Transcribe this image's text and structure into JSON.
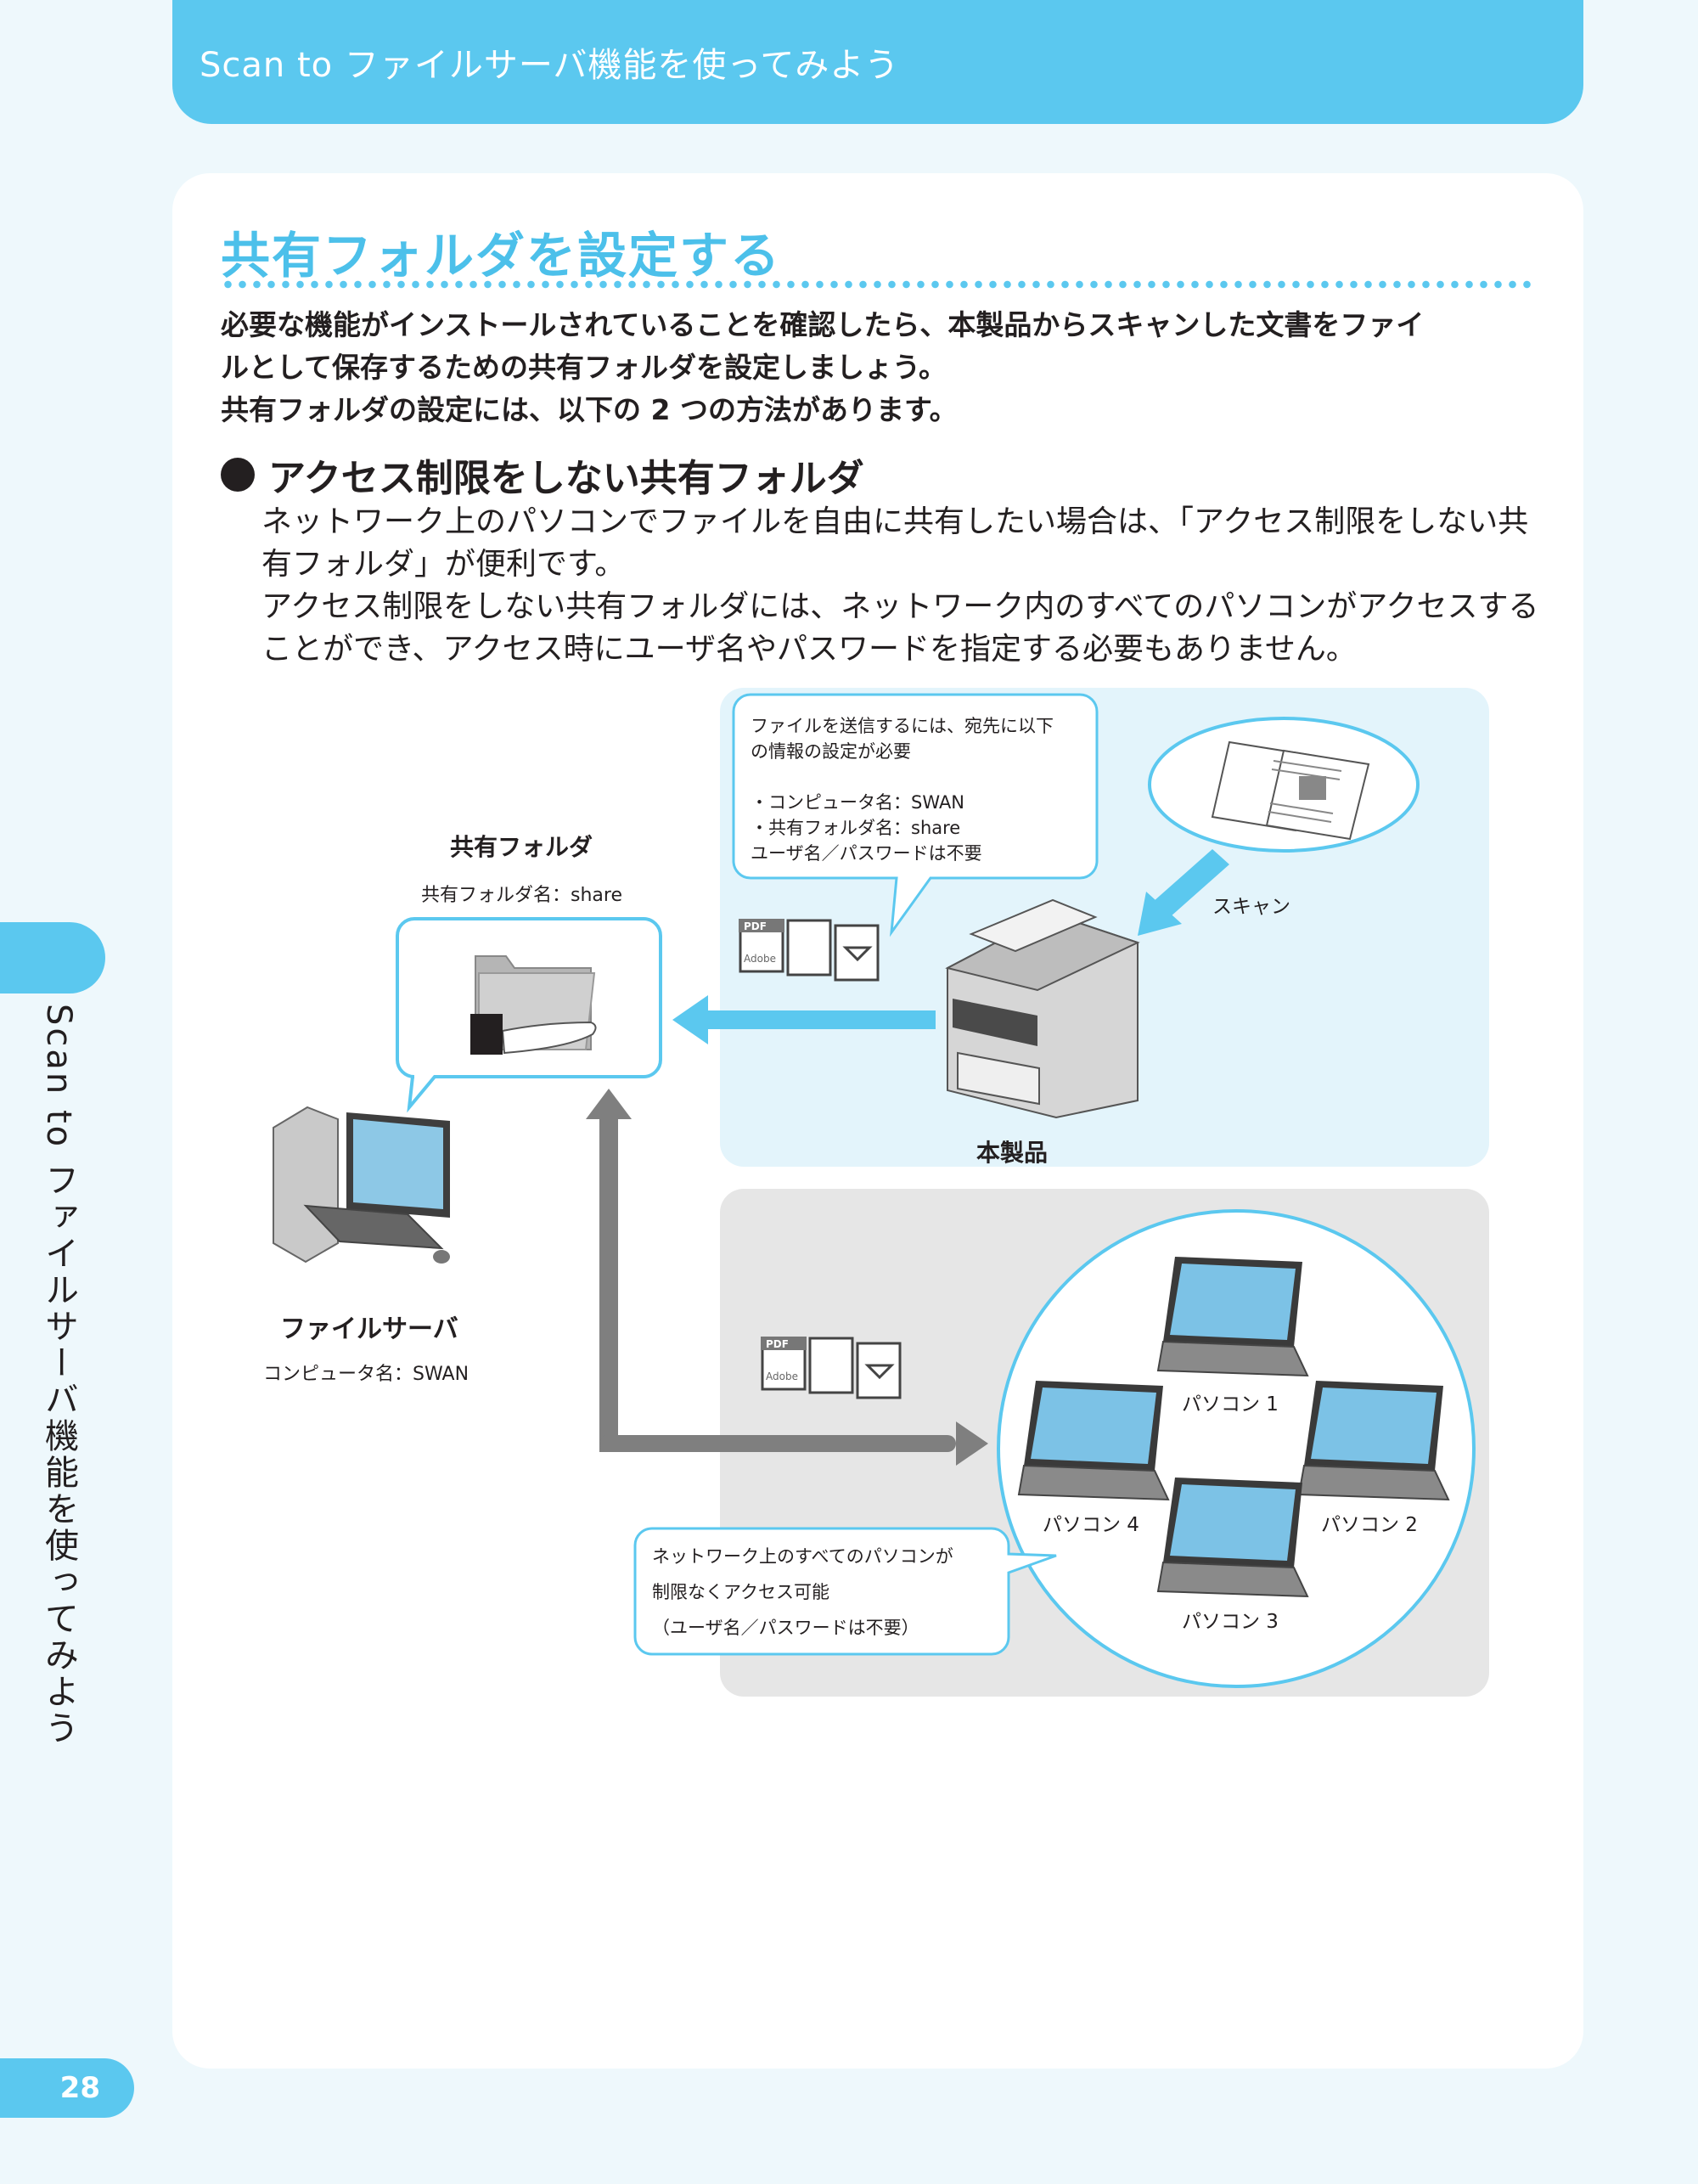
{
  "header": {
    "title": "Scan to ファイルサーバ機能を使ってみよう"
  },
  "side_tab": {
    "text": "Scan to ファイルサーバ機能を使ってみよう"
  },
  "page_number": "28",
  "section": {
    "title": "共有フォルダを設定する",
    "intro_lines": [
      "必要な機能がインストールされていることを確認したら、本製品からスキャンした文書をファイ",
      "ルとして保存するための共有フォルダを設定しましょう。",
      "共有フォルダの設定には、以下の 2 つの方法があります。"
    ]
  },
  "subsection": {
    "heading": "アクセス制限をしない共有フォルダ",
    "body_lines": [
      "ネットワーク上のパソコンでファイルを自由に共有したい場合は、「アクセス制限をしない共",
      "有フォルダ」が便利です。",
      "アクセス制限をしない共有フォルダには、ネットワーク内のすべてのパソコンがアクセスする",
      "ことができ、アクセス時にユーザ名やパスワードを指定する必要もありません。"
    ]
  },
  "diagram": {
    "callout_top_lines": [
      "ファイルを送信するには、宛先に以下",
      "の情報の設定が必要",
      "",
      "・コンピュータ名：SWAN",
      "・共有フォルダ名：share",
      "ユーザ名／パスワードは不要"
    ],
    "shared_folder_title": "共有フォルダ",
    "shared_folder_name": "共有フォルダ名：share",
    "scan_label": "スキャン",
    "product_label": "本製品",
    "file_server_title": "ファイルサーバ",
    "computer_name": "コンピュータ名：SWAN",
    "pdf_label": "PDF",
    "adobe_label": "Adobe",
    "pc_labels": [
      "パソコン 1",
      "パソコン 2",
      "パソコン 3",
      "パソコン 4"
    ],
    "callout_bottom_lines": [
      "ネットワーク上のすべてのパソコンが",
      "制限なくアクセス可能",
      "（ユーザ名／パスワードは不要）"
    ]
  },
  "colors": {
    "accent": "#5bc8ef",
    "title_blue": "#4cc0ea",
    "light_blue_panel": "#e3f4fb",
    "gray_panel": "#e6e6e6",
    "arrow_gray": "#7f7f7f"
  }
}
